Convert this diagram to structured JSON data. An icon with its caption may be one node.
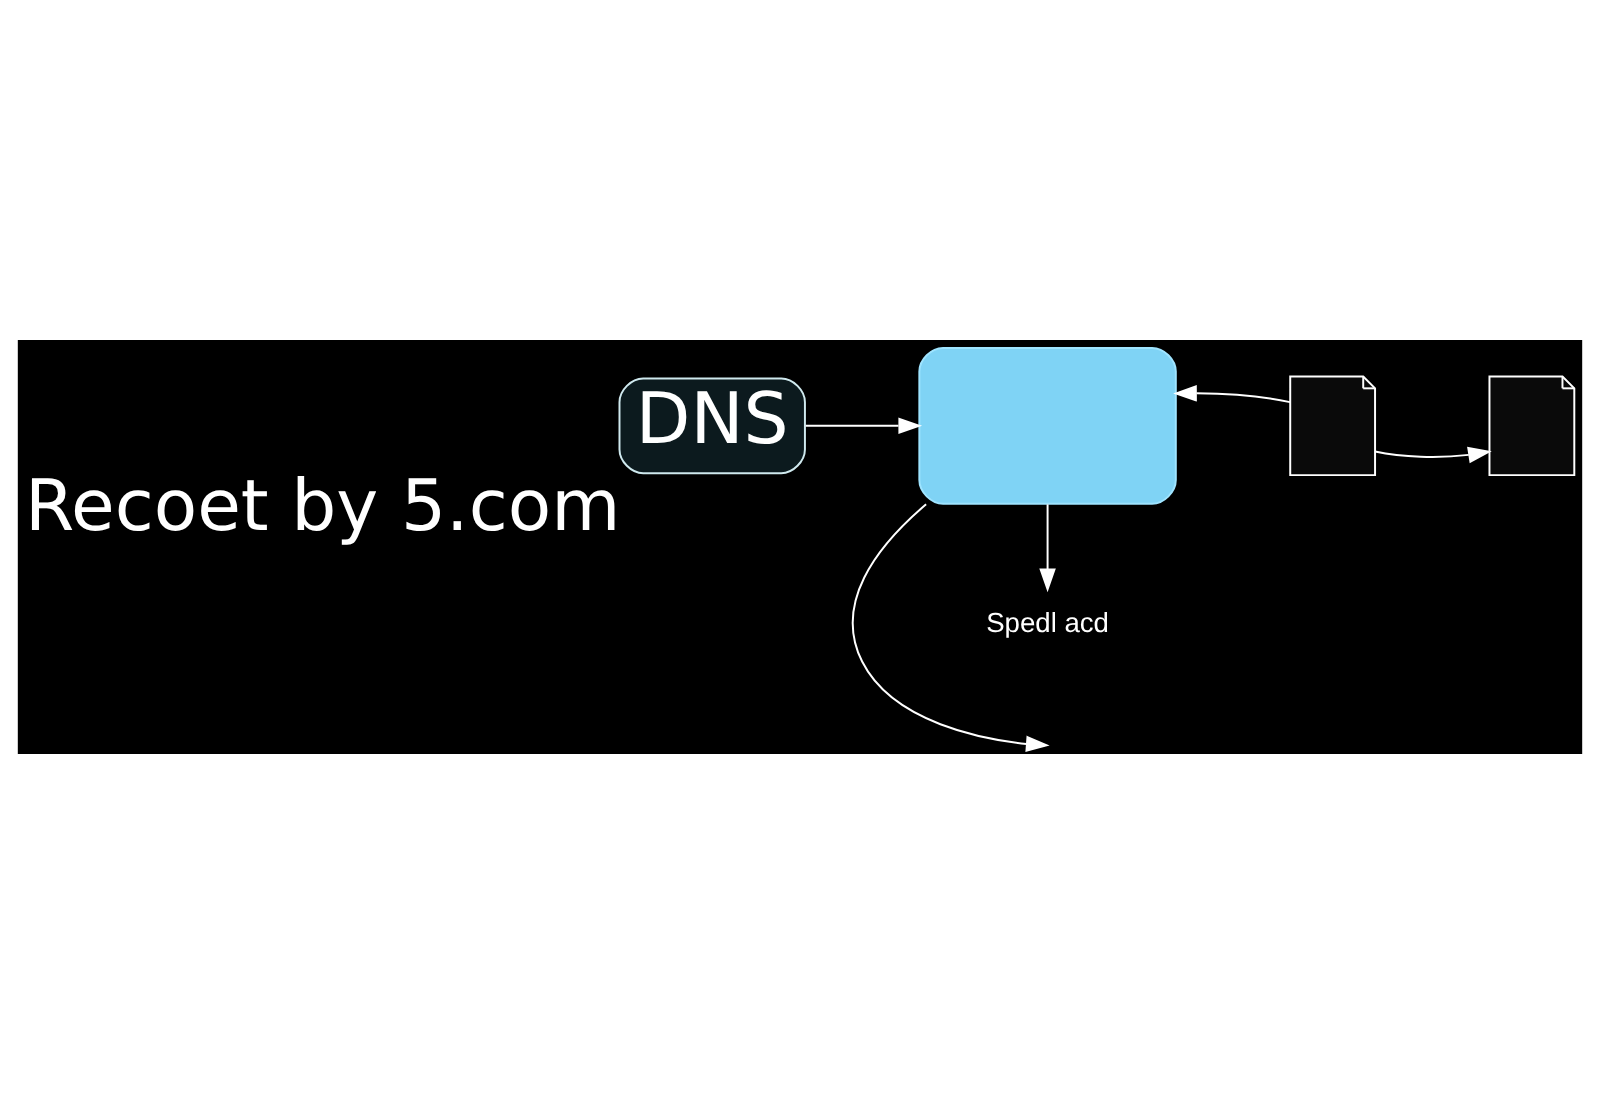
{
  "diagram": {
    "nodes": [
      {
        "text": [
          "DNS"
        ],
        "beside": [
          "Recoet by 5.com"
        ]
      },
      {
        "text": [],
        "shape": "cloud"
      },
      {
        "text": [],
        "shape": "picture"
      },
      {
        "text": [],
        "shape": "picture"
      },
      {
        "text": [
          "Spedl acd"
        ]
      }
    ],
    "edges": [
      {
        "from": 0,
        "to": 1,
        "arrow": "to"
      },
      {
        "from": 1,
        "to": null,
        "arrow": "to"
      },
      {
        "from": 1,
        "to": 4,
        "arrow": "to"
      },
      {
        "from": 2,
        "to": 1,
        "arrow": "to"
      },
      {
        "from": 2,
        "to": 3,
        "arrow": "to"
      }
    ]
  }
}
